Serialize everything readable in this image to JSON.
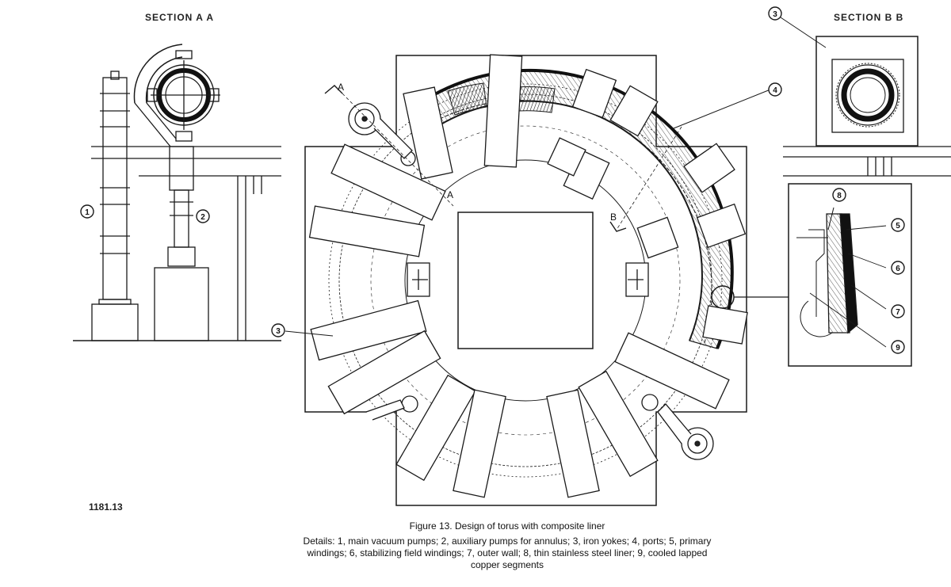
{
  "labels": {
    "section_aa": "SECTION A A",
    "section_bb": "SECTION B B",
    "figure_number": "1181.13",
    "section_marker_a": "A",
    "section_marker_b": "B"
  },
  "callouts": {
    "c1": "1",
    "c2": "2",
    "c3_left": "3",
    "c3_top": "3",
    "c4": "4",
    "c5": "5",
    "c6": "6",
    "c7": "7",
    "c8": "8",
    "c9": "9"
  },
  "caption": {
    "title": "Figure 13. Design of torus with composite liner",
    "details_line1": "Details: 1, main vacuum pumps; 2, auxiliary pumps for annulus; 3, iron yokes; 4, ports; 5, primary",
    "details_line2": "windings; 6, stabilizing field windings; 7, outer wall; 8, thin stainless steel liner; 9, cooled lapped",
    "details_line3": "copper segments"
  }
}
